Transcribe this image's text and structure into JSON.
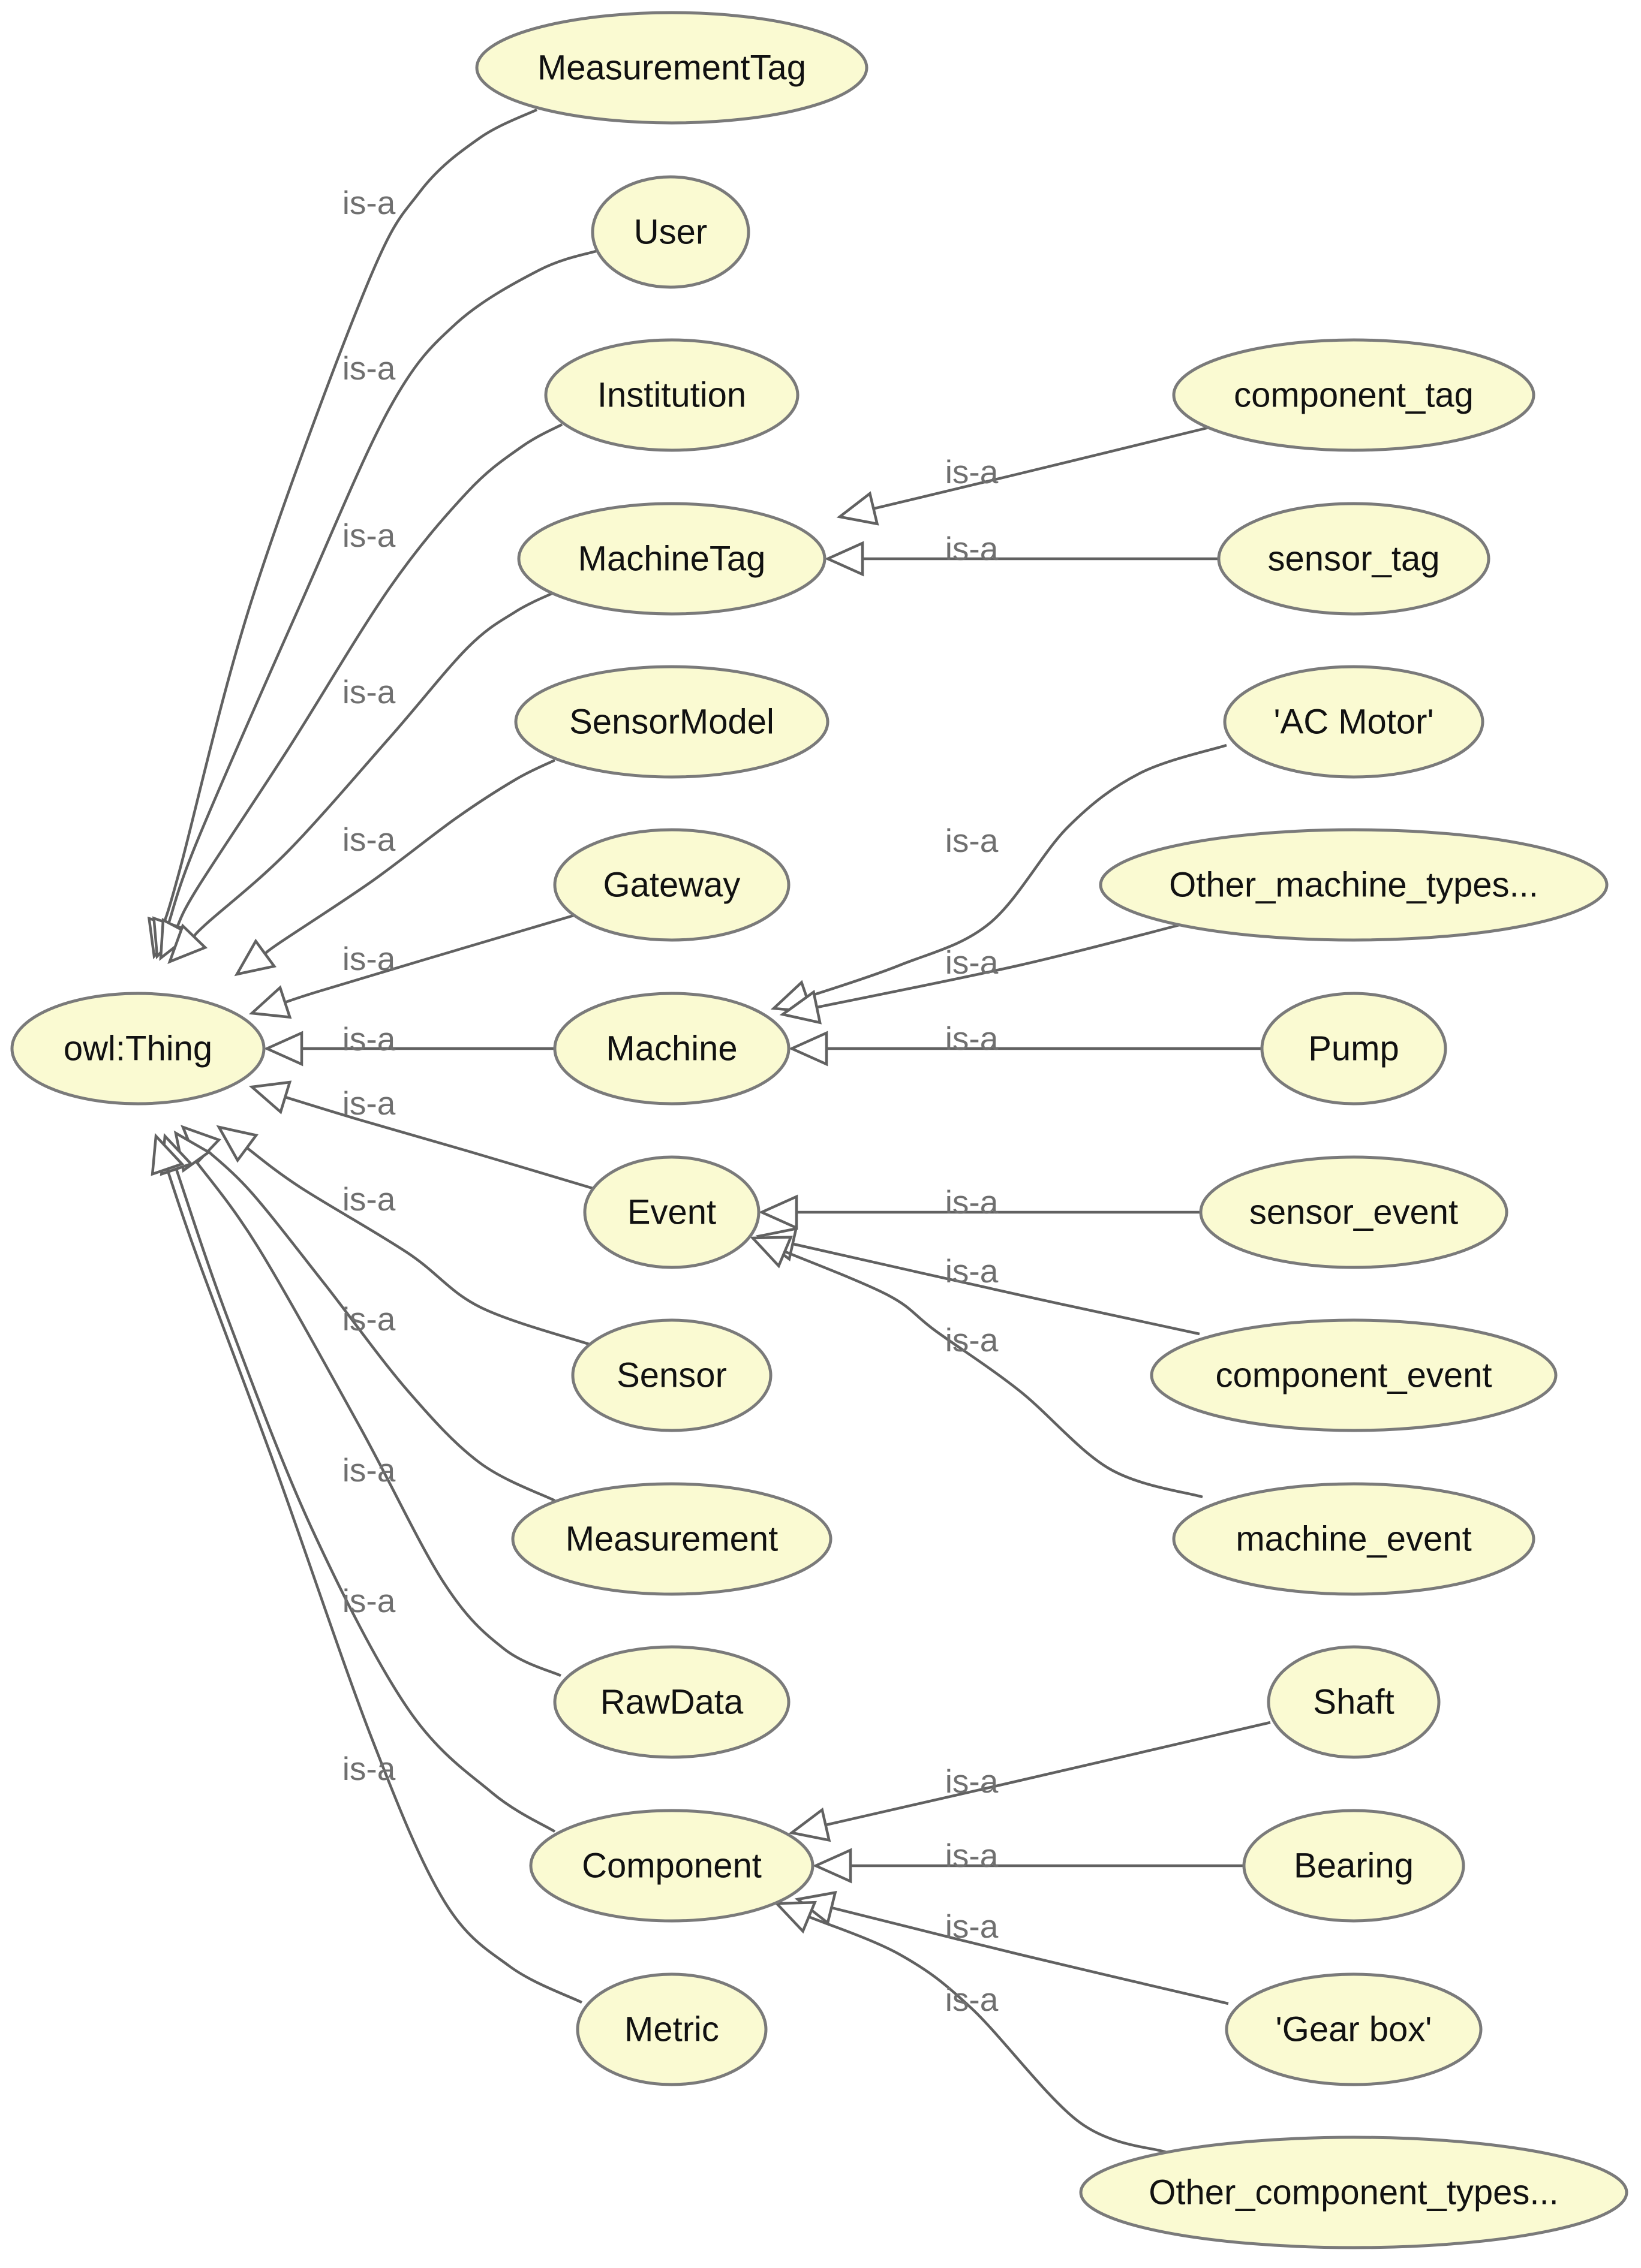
{
  "diagram": {
    "type": "class-hierarchy",
    "relation_label": "is-a",
    "colors": {
      "node_fill": "#fafad2",
      "node_stroke": "#7a7a7a",
      "edge": "#616161",
      "edge_label": "#6f6f6f"
    },
    "nodes": [
      {
        "id": "owl_thing",
        "label": "owl:Thing"
      },
      {
        "id": "measurementtag",
        "label": "MeasurementTag"
      },
      {
        "id": "user",
        "label": "User"
      },
      {
        "id": "institution",
        "label": "Institution"
      },
      {
        "id": "machinetag",
        "label": "MachineTag"
      },
      {
        "id": "sensormodel",
        "label": "SensorModel"
      },
      {
        "id": "gateway",
        "label": "Gateway"
      },
      {
        "id": "machine",
        "label": "Machine"
      },
      {
        "id": "event",
        "label": "Event"
      },
      {
        "id": "sensor",
        "label": "Sensor"
      },
      {
        "id": "measurement",
        "label": "Measurement"
      },
      {
        "id": "rawdata",
        "label": "RawData"
      },
      {
        "id": "component",
        "label": "Component"
      },
      {
        "id": "metric",
        "label": "Metric"
      },
      {
        "id": "component_tag",
        "label": "component_tag"
      },
      {
        "id": "sensor_tag",
        "label": "sensor_tag"
      },
      {
        "id": "ac_motor",
        "label": "'AC Motor'"
      },
      {
        "id": "other_machine_types",
        "label": "Other_machine_types..."
      },
      {
        "id": "pump",
        "label": "Pump"
      },
      {
        "id": "sensor_event",
        "label": "sensor_event"
      },
      {
        "id": "component_event",
        "label": "component_event"
      },
      {
        "id": "machine_event",
        "label": "machine_event"
      },
      {
        "id": "shaft",
        "label": "Shaft"
      },
      {
        "id": "bearing",
        "label": "Bearing"
      },
      {
        "id": "gear_box",
        "label": "'Gear box'"
      },
      {
        "id": "other_component_types",
        "label": "Other_component_types..."
      }
    ],
    "edges": [
      {
        "from": "measurementtag",
        "to": "owl_thing",
        "label": "is-a"
      },
      {
        "from": "user",
        "to": "owl_thing",
        "label": "is-a"
      },
      {
        "from": "institution",
        "to": "owl_thing",
        "label": "is-a"
      },
      {
        "from": "machinetag",
        "to": "owl_thing",
        "label": "is-a"
      },
      {
        "from": "sensormodel",
        "to": "owl_thing",
        "label": "is-a"
      },
      {
        "from": "gateway",
        "to": "owl_thing",
        "label": "is-a"
      },
      {
        "from": "machine",
        "to": "owl_thing",
        "label": "is-a"
      },
      {
        "from": "event",
        "to": "owl_thing",
        "label": "is-a"
      },
      {
        "from": "sensor",
        "to": "owl_thing",
        "label": "is-a"
      },
      {
        "from": "measurement",
        "to": "owl_thing",
        "label": "is-a"
      },
      {
        "from": "rawdata",
        "to": "owl_thing",
        "label": "is-a"
      },
      {
        "from": "component",
        "to": "owl_thing",
        "label": "is-a"
      },
      {
        "from": "metric",
        "to": "owl_thing",
        "label": "is-a"
      },
      {
        "from": "component_tag",
        "to": "machinetag",
        "label": "is-a"
      },
      {
        "from": "sensor_tag",
        "to": "machinetag",
        "label": "is-a"
      },
      {
        "from": "ac_motor",
        "to": "machine",
        "label": "is-a"
      },
      {
        "from": "other_machine_types",
        "to": "machine",
        "label": "is-a"
      },
      {
        "from": "pump",
        "to": "machine",
        "label": "is-a"
      },
      {
        "from": "sensor_event",
        "to": "event",
        "label": "is-a"
      },
      {
        "from": "component_event",
        "to": "event",
        "label": "is-a"
      },
      {
        "from": "machine_event",
        "to": "event",
        "label": "is-a"
      },
      {
        "from": "shaft",
        "to": "component",
        "label": "is-a"
      },
      {
        "from": "bearing",
        "to": "component",
        "label": "is-a"
      },
      {
        "from": "gear_box",
        "to": "component",
        "label": "is-a"
      },
      {
        "from": "other_component_types",
        "to": "component",
        "label": "is-a"
      }
    ]
  }
}
